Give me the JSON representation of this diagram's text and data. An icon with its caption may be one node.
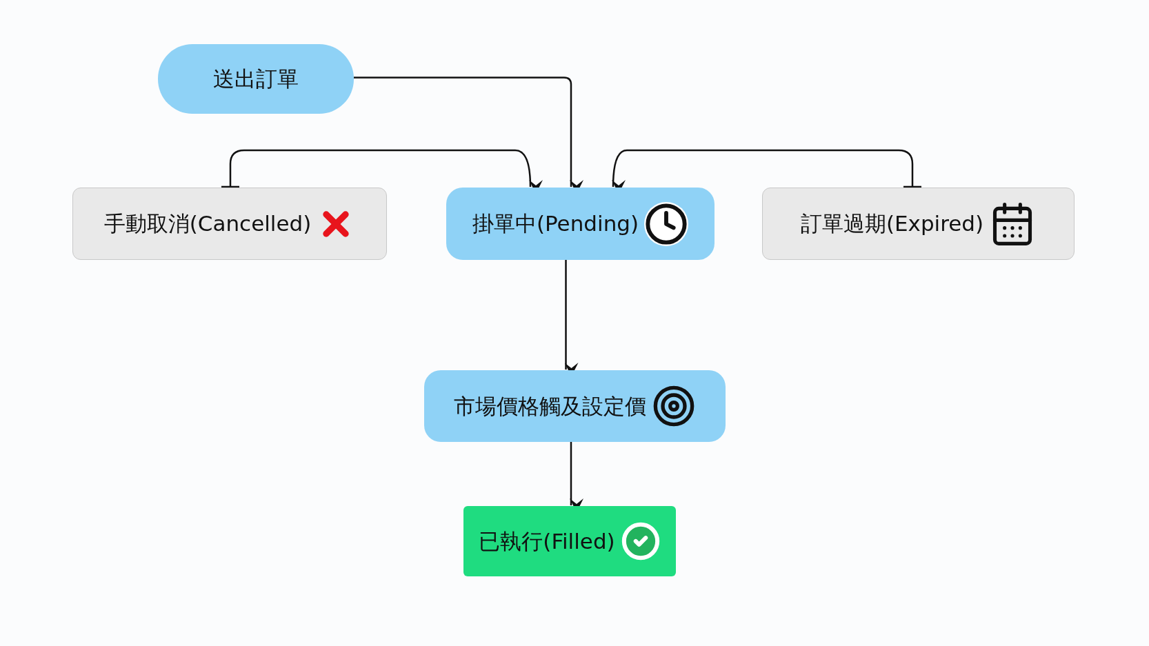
{
  "diagram": {
    "nodes": [
      {
        "text": [
          "送出訂單"
        ]
      },
      {
        "text": [
          "手動取消(Cancelled)"
        ]
      },
      {
        "text": [
          "掛單中(Pending)"
        ]
      },
      {
        "text": [
          "訂單過期(Expired)"
        ]
      },
      {
        "text": [
          "市場價格觸及設定價"
        ]
      },
      {
        "text": [
          "已執行(Filled)"
        ]
      }
    ],
    "edges": [
      {
        "from": 0,
        "to": 2,
        "arrow": "to"
      },
      {
        "from": 1,
        "to": 2,
        "arrow": "to"
      },
      {
        "from": 3,
        "to": 2,
        "arrow": "to"
      },
      {
        "from": 2,
        "to": 4,
        "arrow": "to"
      },
      {
        "from": 4,
        "to": 5,
        "arrow": "to"
      }
    ]
  }
}
